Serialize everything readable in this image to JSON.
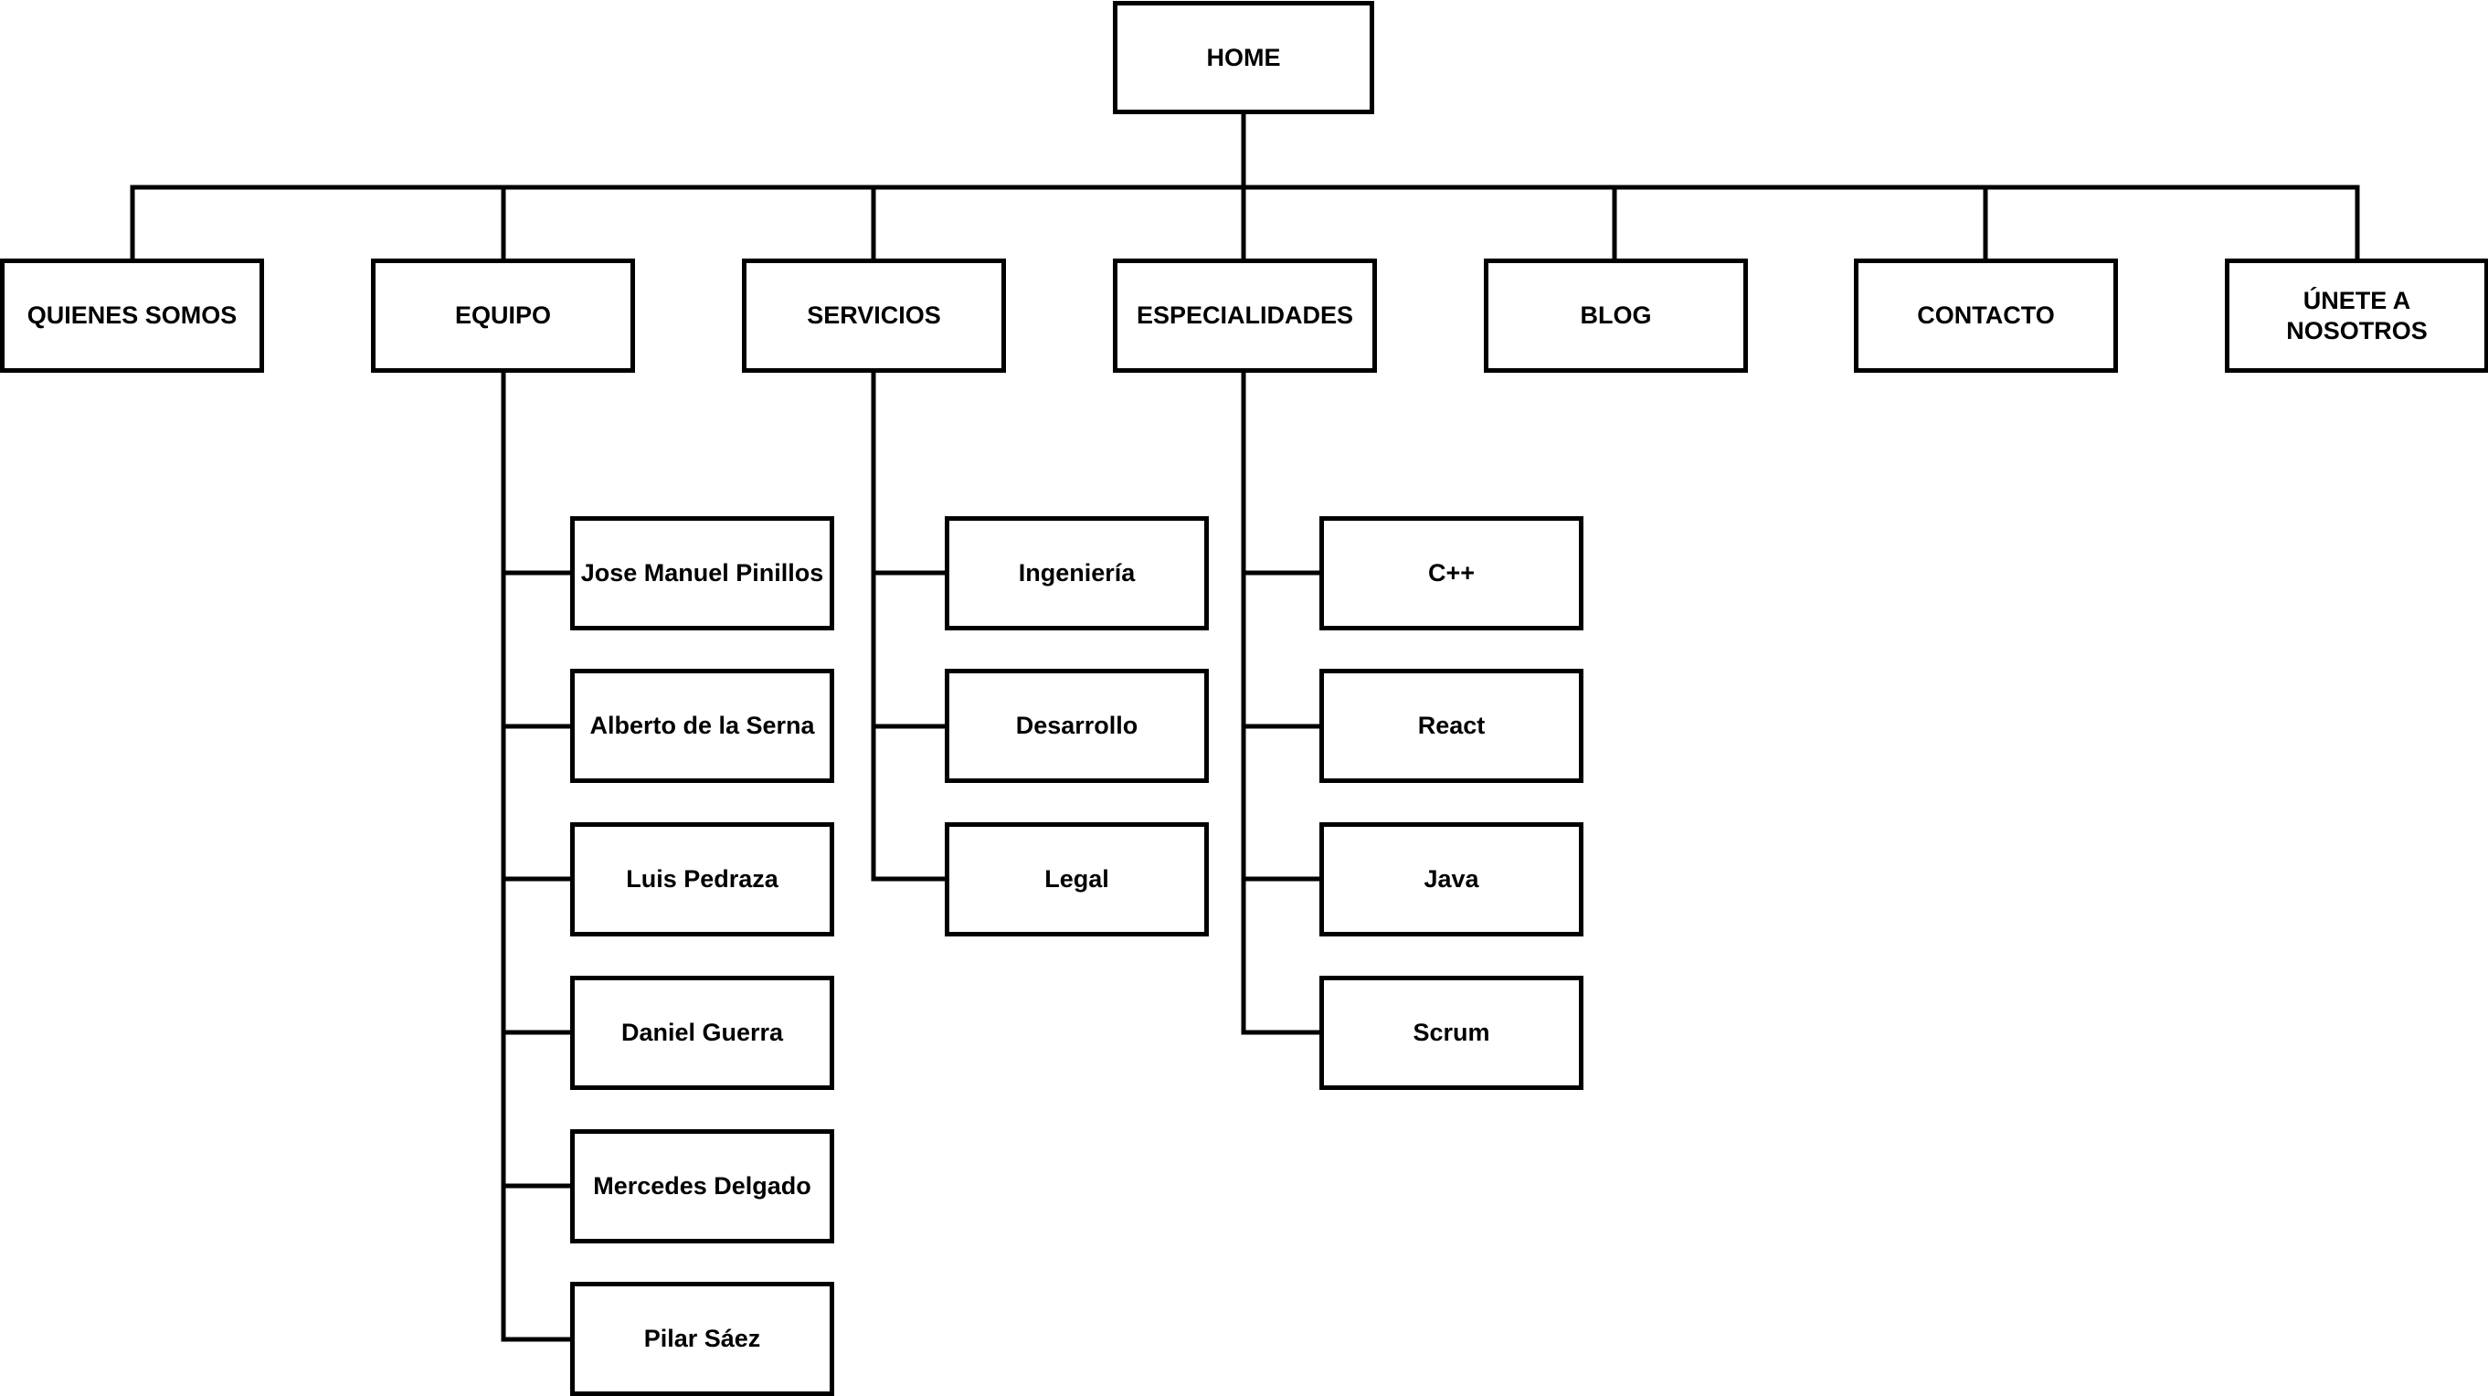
{
  "root": {
    "label": "HOME"
  },
  "sections": [
    {
      "id": "quienes-somos",
      "label": "QUIENES SOMOS",
      "children": []
    },
    {
      "id": "equipo",
      "label": "EQUIPO",
      "children": [
        {
          "label": "Jose Manuel Pinillos"
        },
        {
          "label": "Alberto de la Serna"
        },
        {
          "label": "Luis Pedraza"
        },
        {
          "label": "Daniel Guerra"
        },
        {
          "label": "Mercedes Delgado"
        },
        {
          "label": "Pilar Sáez"
        }
      ]
    },
    {
      "id": "servicios",
      "label": "SERVICIOS",
      "children": [
        {
          "label": "Ingeniería"
        },
        {
          "label": "Desarrollo"
        },
        {
          "label": "Legal"
        }
      ]
    },
    {
      "id": "especialidades",
      "label": "ESPECIALIDADES",
      "children": [
        {
          "label": "C++"
        },
        {
          "label": "React"
        },
        {
          "label": "Java"
        },
        {
          "label": "Scrum"
        }
      ]
    },
    {
      "id": "blog",
      "label": "BLOG",
      "children": []
    },
    {
      "id": "contacto",
      "label": "CONTACTO",
      "children": []
    },
    {
      "id": "unete",
      "label": "ÚNETE A NOSOTROS",
      "children": []
    }
  ]
}
